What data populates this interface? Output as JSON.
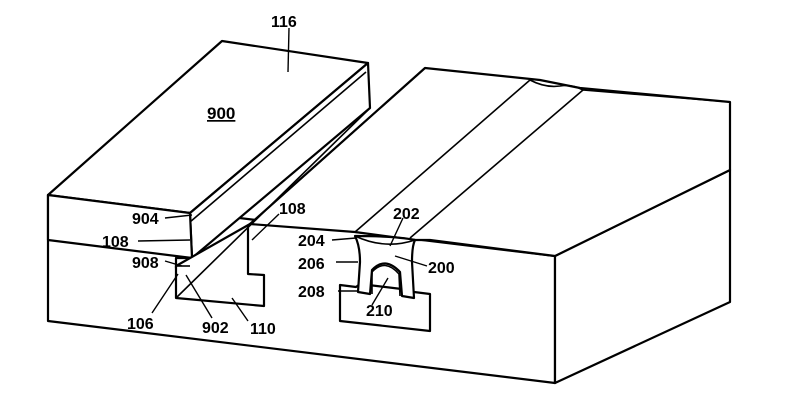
{
  "figure": {
    "labels": {
      "l116": "116",
      "l900": "900",
      "l904": "904",
      "l108_left": "108",
      "l908": "908",
      "l106": "106",
      "l902": "902",
      "l110": "110",
      "l108_right": "108",
      "l204": "204",
      "l202": "202",
      "l206": "206",
      "l200": "200",
      "l208": "208",
      "l210": "210"
    }
  }
}
